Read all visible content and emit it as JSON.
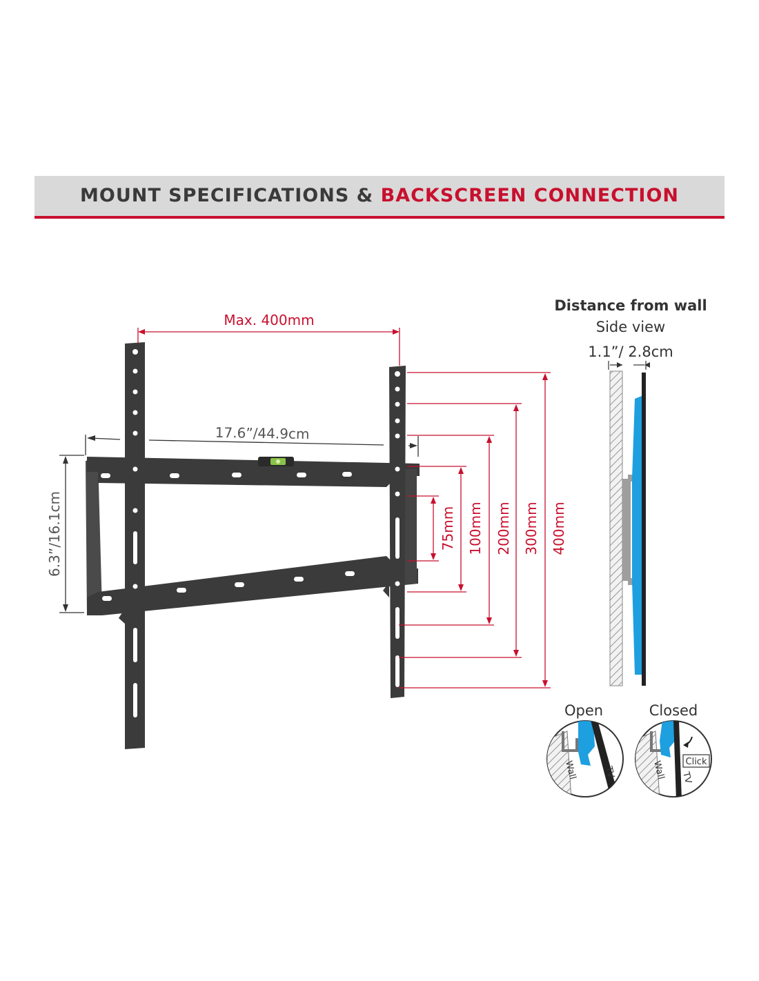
{
  "banner": {
    "title_main": "MOUNT SPECIFICATIONS & ",
    "title_accent": "BACKSCREEN CONNECTION"
  },
  "dimensions": {
    "max_width": "Max. 400mm",
    "mount_width": "17.6”/44.9cm",
    "mount_height": "6.3”/16.1cm",
    "vesa_75": "75mm",
    "vesa_100": "100mm",
    "vesa_200": "200mm",
    "vesa_300": "300mm",
    "vesa_400": "400mm"
  },
  "side_view": {
    "heading": "Distance from wall",
    "subheading": "Side view",
    "distance": "1.1”/ 2.8cm"
  },
  "connection": {
    "open_label": "Open",
    "closed_label": "Closed",
    "wall_label": "Wall",
    "tv_label": "TV",
    "click_label": "Click"
  },
  "colors": {
    "accent": "#c8102e",
    "bracket": "#3b3b3b",
    "tv_blue": "#1e9fe0",
    "banner_bg": "#d9d9d9"
  }
}
